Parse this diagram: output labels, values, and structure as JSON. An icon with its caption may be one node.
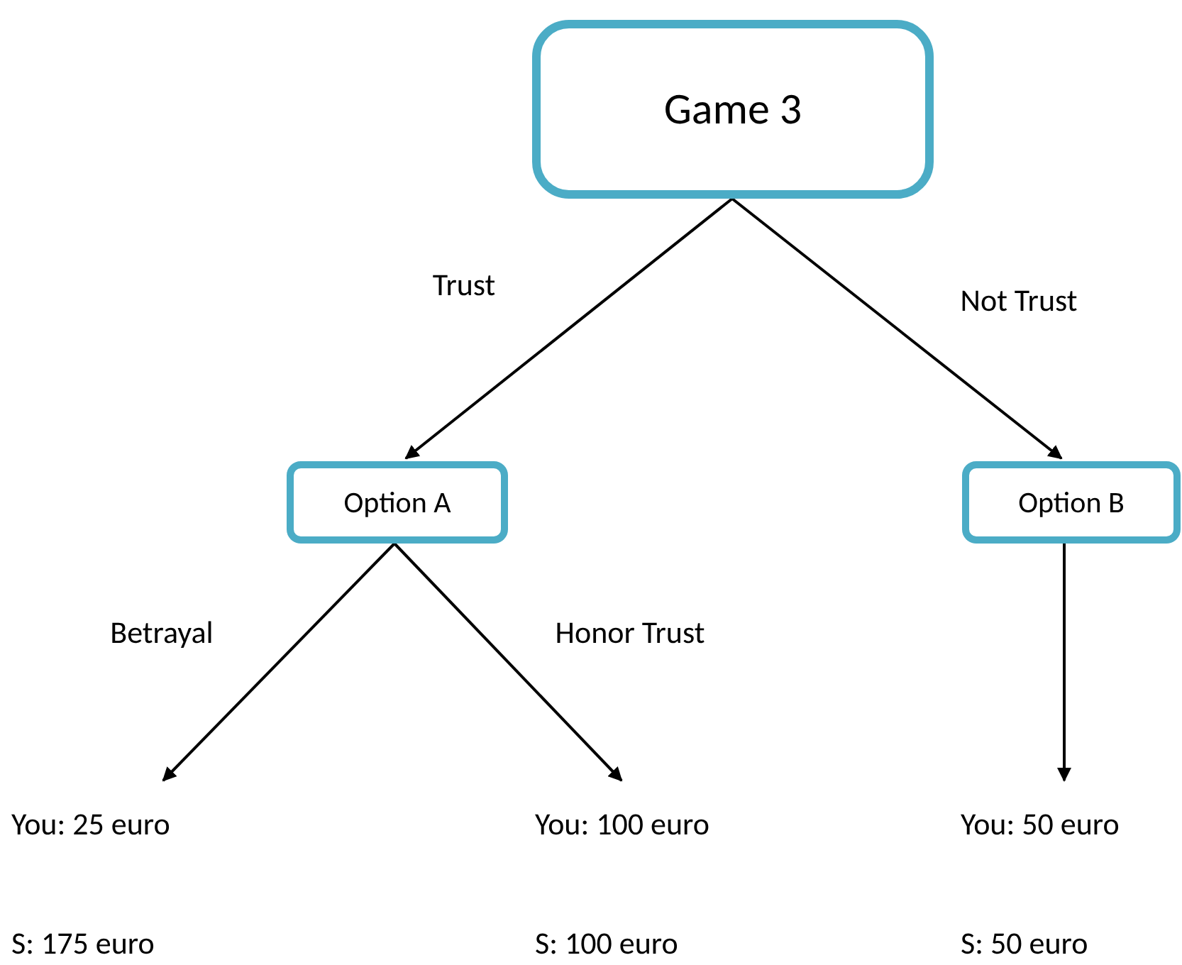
{
  "diagram": {
    "nodes": [
      {
        "text": [
          "Game 3"
        ]
      },
      {
        "text": [
          "Option A"
        ]
      },
      {
        "text": [
          "Option B"
        ]
      },
      {
        "text": [
          "You: 25 euro",
          "S: 175 euro"
        ]
      },
      {
        "text": [
          "You: 100 euro",
          "S: 100 euro"
        ]
      },
      {
        "text": [
          "You: 50 euro",
          "S: 50 euro"
        ]
      }
    ],
    "edges": [
      {
        "from": 0,
        "to": 1,
        "arrow": "to",
        "label": "Trust"
      },
      {
        "from": 0,
        "to": 2,
        "arrow": "to",
        "label": "Not Trust"
      },
      {
        "from": 1,
        "to": 3,
        "arrow": "to",
        "label": "Betrayal"
      },
      {
        "from": 1,
        "to": 4,
        "arrow": "to",
        "label": "Honor Trust"
      },
      {
        "from": 2,
        "to": 5,
        "arrow": "to"
      }
    ]
  }
}
